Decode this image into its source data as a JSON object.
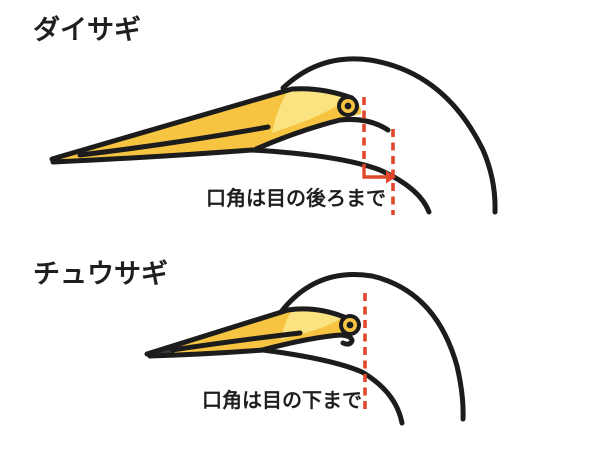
{
  "illustration": {
    "background": "#ffffff",
    "sections": [
      {
        "title": "ダイサギ",
        "annotation": "口角は目の後ろまで"
      },
      {
        "title": "チュウサギ",
        "annotation": "口角は目の下まで"
      }
    ],
    "colors": {
      "outline": "#1c1c1c",
      "beak_yellow": "#f6c440",
      "beak_highlight": "#fbe382",
      "eye_ring_yellow": "#f6c440",
      "marker_red": "#e0482c",
      "beak_tip_dark": "#3b3a33",
      "text": "#1f1f1f"
    }
  }
}
